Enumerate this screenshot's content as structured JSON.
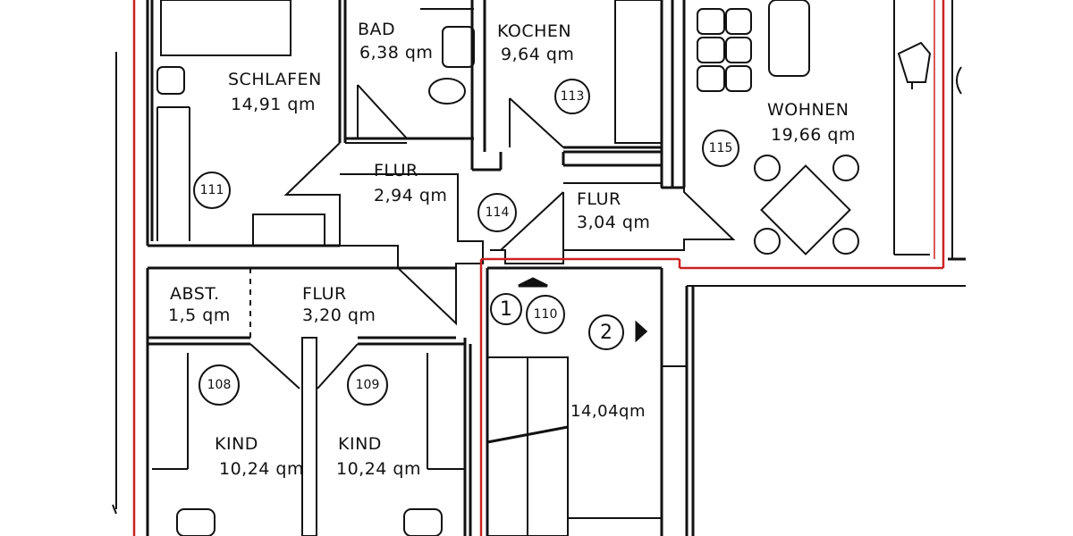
{
  "rooms": {
    "bad": {
      "name": "BAD",
      "area": "6,38 qm"
    },
    "kochen": {
      "name": "KOCHEN",
      "area": "9,64 qm",
      "number": "113"
    },
    "schlafen": {
      "name": "SCHLAFEN",
      "area": "14,91 qm",
      "number": "111"
    },
    "wohnen": {
      "name": "WOHNEN",
      "area": "19,66 qm",
      "number": "115"
    },
    "flur_a": {
      "name": "FLUR",
      "area": "2,94 qm",
      "number": "114"
    },
    "flur_b": {
      "name": "FLUR",
      "area": "3,04 qm"
    },
    "abst": {
      "name": "ABST.",
      "area": "1,5 qm"
    },
    "flur_c": {
      "name": "FLUR",
      "area": "3,20 qm"
    },
    "kind_1": {
      "name": "KIND",
      "area": "10,24 qm",
      "number": "108"
    },
    "kind_2": {
      "name": "KIND",
      "area": "10,24 qm",
      "number": "109"
    },
    "stair": {
      "area": "14,04qm",
      "number": "110",
      "marker_1": "1",
      "marker_2": "2"
    }
  },
  "colors": {
    "walls": "#111111",
    "outline": "#cc2222",
    "background": "#ffffff"
  }
}
